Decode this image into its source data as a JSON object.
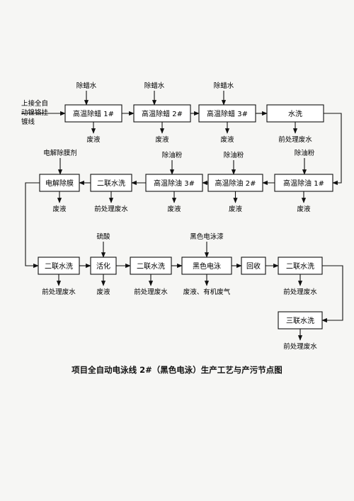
{
  "diagram": {
    "caption": "项目全自动电泳线 2#（黑色电泳）生产工艺与产污节点图",
    "start_label_lines": [
      "上接全自",
      "动镍铬挂",
      "镀线"
    ],
    "steps": [
      {
        "id": "s1",
        "label": "高温除蜡 1#"
      },
      {
        "id": "s2",
        "label": "高温除蜡 2#"
      },
      {
        "id": "s3",
        "label": "高温除蜡 3#"
      },
      {
        "id": "s4",
        "label": "水洗"
      },
      {
        "id": "s5",
        "label": "高温除油 1#"
      },
      {
        "id": "s6",
        "label": "高温除油 2#"
      },
      {
        "id": "s7",
        "label": "高温除油 3#"
      },
      {
        "id": "s8",
        "label": "二联水洗"
      },
      {
        "id": "s9",
        "label": "电解除膜"
      },
      {
        "id": "s10",
        "label": "二联水洗"
      },
      {
        "id": "s11",
        "label": "活化"
      },
      {
        "id": "s12",
        "label": "二联水洗"
      },
      {
        "id": "s13",
        "label": "黑色电泳"
      },
      {
        "id": "s14",
        "label": "回收"
      },
      {
        "id": "s15",
        "label": "二联水洗"
      },
      {
        "id": "s16",
        "label": "三联水洗"
      }
    ],
    "inputs": [
      {
        "to": "s1",
        "label": "除蜡水"
      },
      {
        "to": "s2",
        "label": "除蜡水"
      },
      {
        "to": "s3",
        "label": "除蜡水"
      },
      {
        "to": "s5",
        "label": "除油粉"
      },
      {
        "to": "s6",
        "label": "除油粉"
      },
      {
        "to": "s7",
        "label": "除油粉"
      },
      {
        "to": "s9",
        "label": "电解除膜剂"
      },
      {
        "to": "s11",
        "label": "硫酸"
      },
      {
        "to": "s13",
        "label": "黑色电泳漆"
      }
    ],
    "outputs": [
      {
        "from": "s1",
        "label": "废液"
      },
      {
        "from": "s2",
        "label": "废液"
      },
      {
        "from": "s3",
        "label": "废液"
      },
      {
        "from": "s4",
        "label": "前处理废水"
      },
      {
        "from": "s5",
        "label": "废液"
      },
      {
        "from": "s6",
        "label": "废液"
      },
      {
        "from": "s7",
        "label": "废液"
      },
      {
        "from": "s8",
        "label": "前处理废水"
      },
      {
        "from": "s9",
        "label": "废液"
      },
      {
        "from": "s10",
        "label": "前处理废水"
      },
      {
        "from": "s11",
        "label": "废液"
      },
      {
        "from": "s12",
        "label": "前处理废水"
      },
      {
        "from": "s13",
        "label": "废液、有机废气"
      },
      {
        "from": "s15",
        "label": "前处理废水"
      },
      {
        "from": "s16",
        "label": "前处理废水"
      }
    ],
    "colors": {
      "line": "#111111",
      "box_fill": "#ffffff",
      "background": "#f6f6f4"
    }
  }
}
